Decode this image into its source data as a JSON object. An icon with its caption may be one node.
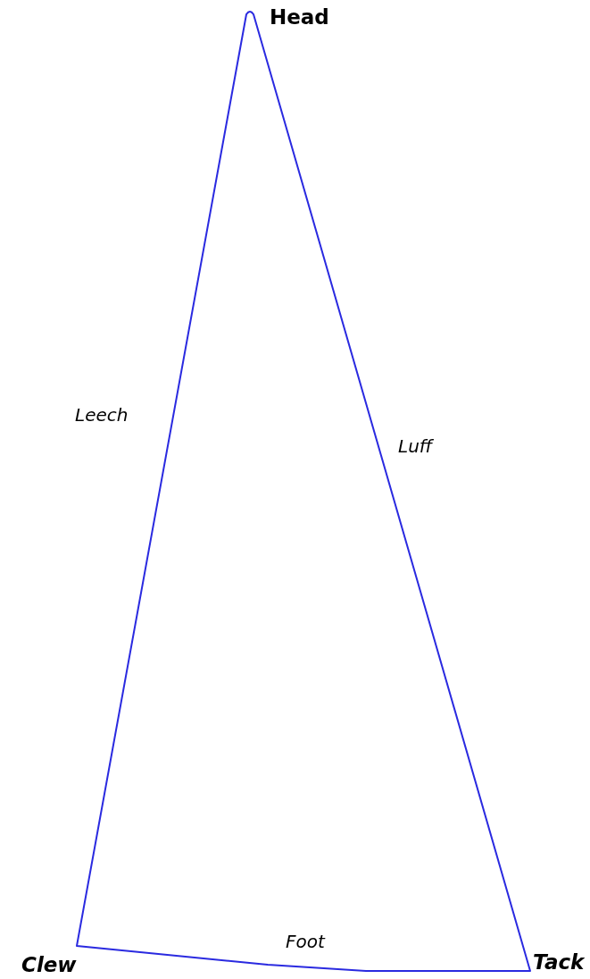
{
  "diagram": {
    "labels": [
      "Head",
      "Leech",
      "Luff",
      "Clew",
      "Foot",
      "Tack"
    ]
  }
}
